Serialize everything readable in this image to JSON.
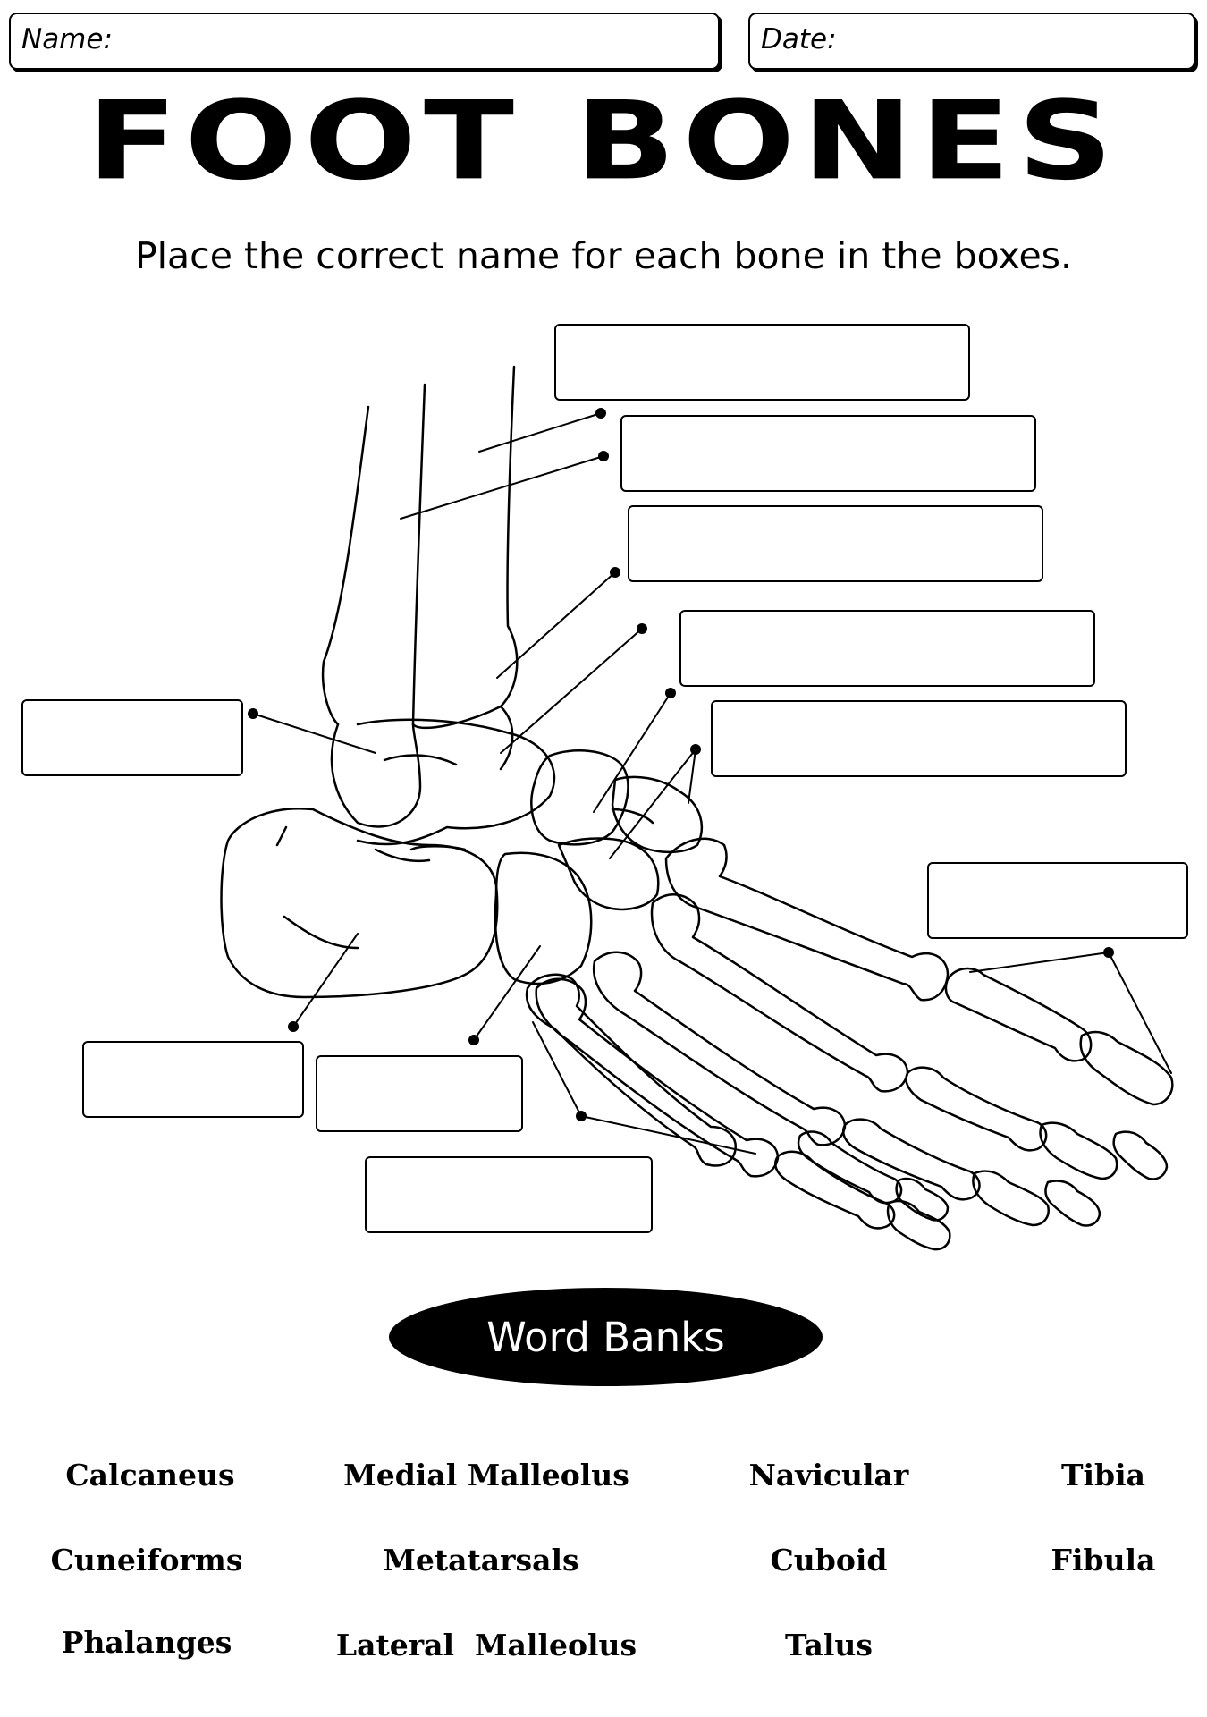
{
  "header": {
    "name_label": "Name:",
    "date_label": "Date:"
  },
  "title": "FOOT BONES",
  "instruction": "Place the correct name for each bone in the boxes.",
  "word_bank": {
    "heading": "Word Banks",
    "words": [
      "Calcaneus",
      "Medial Malleolus",
      "Navicular",
      "Tibia",
      "Cuneiforms",
      "Metatarsals",
      "Cuboid",
      "Fibula",
      "Phalanges",
      "Lateral  Malleolus",
      "Talus"
    ]
  }
}
